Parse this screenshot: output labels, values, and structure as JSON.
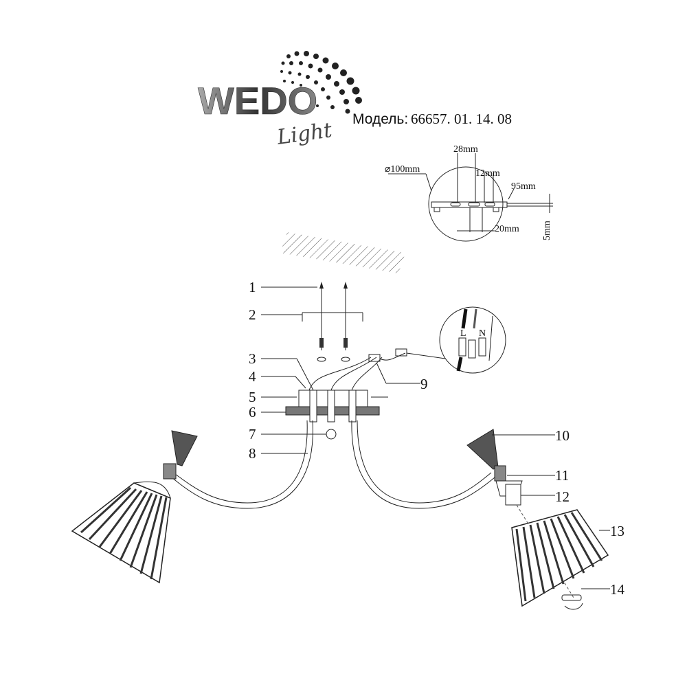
{
  "logo": {
    "brand": "WEDO",
    "script": "Light"
  },
  "model": {
    "label": "Модель:",
    "number": "66657. 01. 14. 08"
  },
  "dimensions": {
    "diameter": "⌀100mm",
    "d28": "28mm",
    "d12": "12mm",
    "d95": "95mm",
    "d20": "20mm",
    "d5": "5mm"
  },
  "wiring_inset": {
    "live": "L",
    "neutral": "N"
  },
  "callouts": [
    "1",
    "2",
    "3",
    "4",
    "5",
    "6",
    "7",
    "8",
    "9",
    "10",
    "11",
    "12",
    "13",
    "14"
  ]
}
